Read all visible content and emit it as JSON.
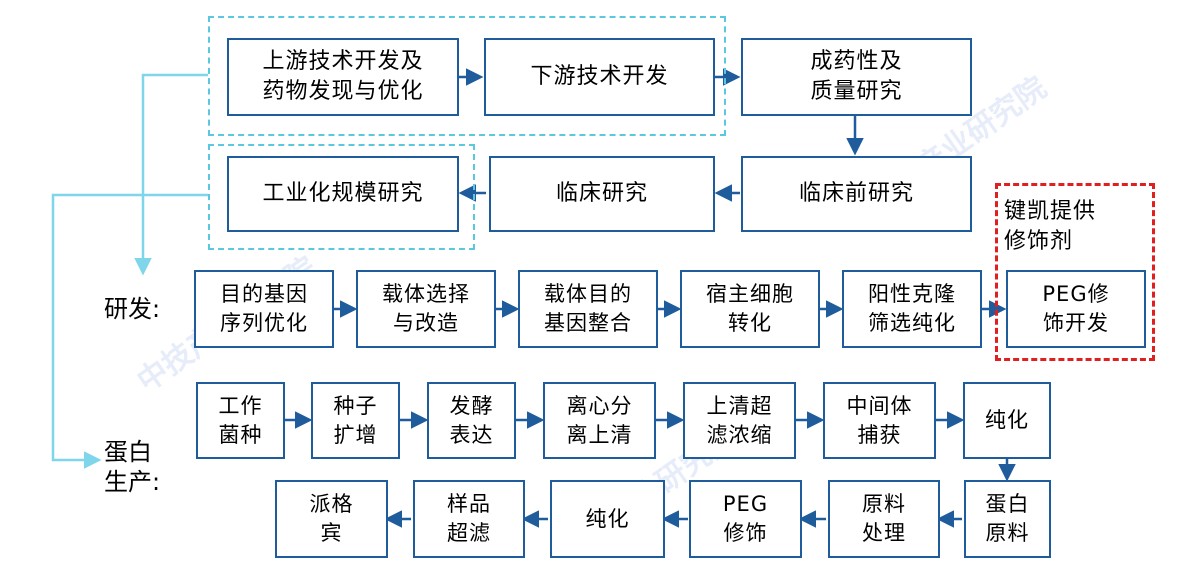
{
  "colors": {
    "box_border": "#1f5c9c",
    "arrow": "#1f5c9c",
    "cyan_dash": "#5bc8e0",
    "red_dash": "#e02020"
  },
  "row1": {
    "upstream": "上游技术开发及\n药物发现与优化",
    "downstream": "下游技术开发",
    "druggability": "成药性及\n质量研究"
  },
  "row2": {
    "industrial": "工业化规模研究",
    "clinical": "临床研究",
    "preclinical": "临床前研究"
  },
  "research": {
    "label": "研发:",
    "steps": [
      "目的基因\n序列优化",
      "载体选择\n与改造",
      "载体目的\n基因整合",
      "宿主细胞\n转化",
      "阳性克隆\n筛选纯化",
      "PEG修\n饰开发"
    ]
  },
  "highlight_label": "键凯提供\n修饰剂",
  "production": {
    "label": "蛋白\n生产:",
    "row_a": [
      "工作\n菌种",
      "种子\n扩增",
      "发酵\n表达",
      "离心分\n离上清",
      "上清超\n滤浓缩",
      "中间体\n捕获",
      "纯化"
    ],
    "row_b": [
      "派格\n宾",
      "样品\n超滤",
      "纯化",
      "PEG\n修饰",
      "原料\n处理",
      "蛋白\n原料"
    ]
  },
  "watermark": "中技产业研究院"
}
